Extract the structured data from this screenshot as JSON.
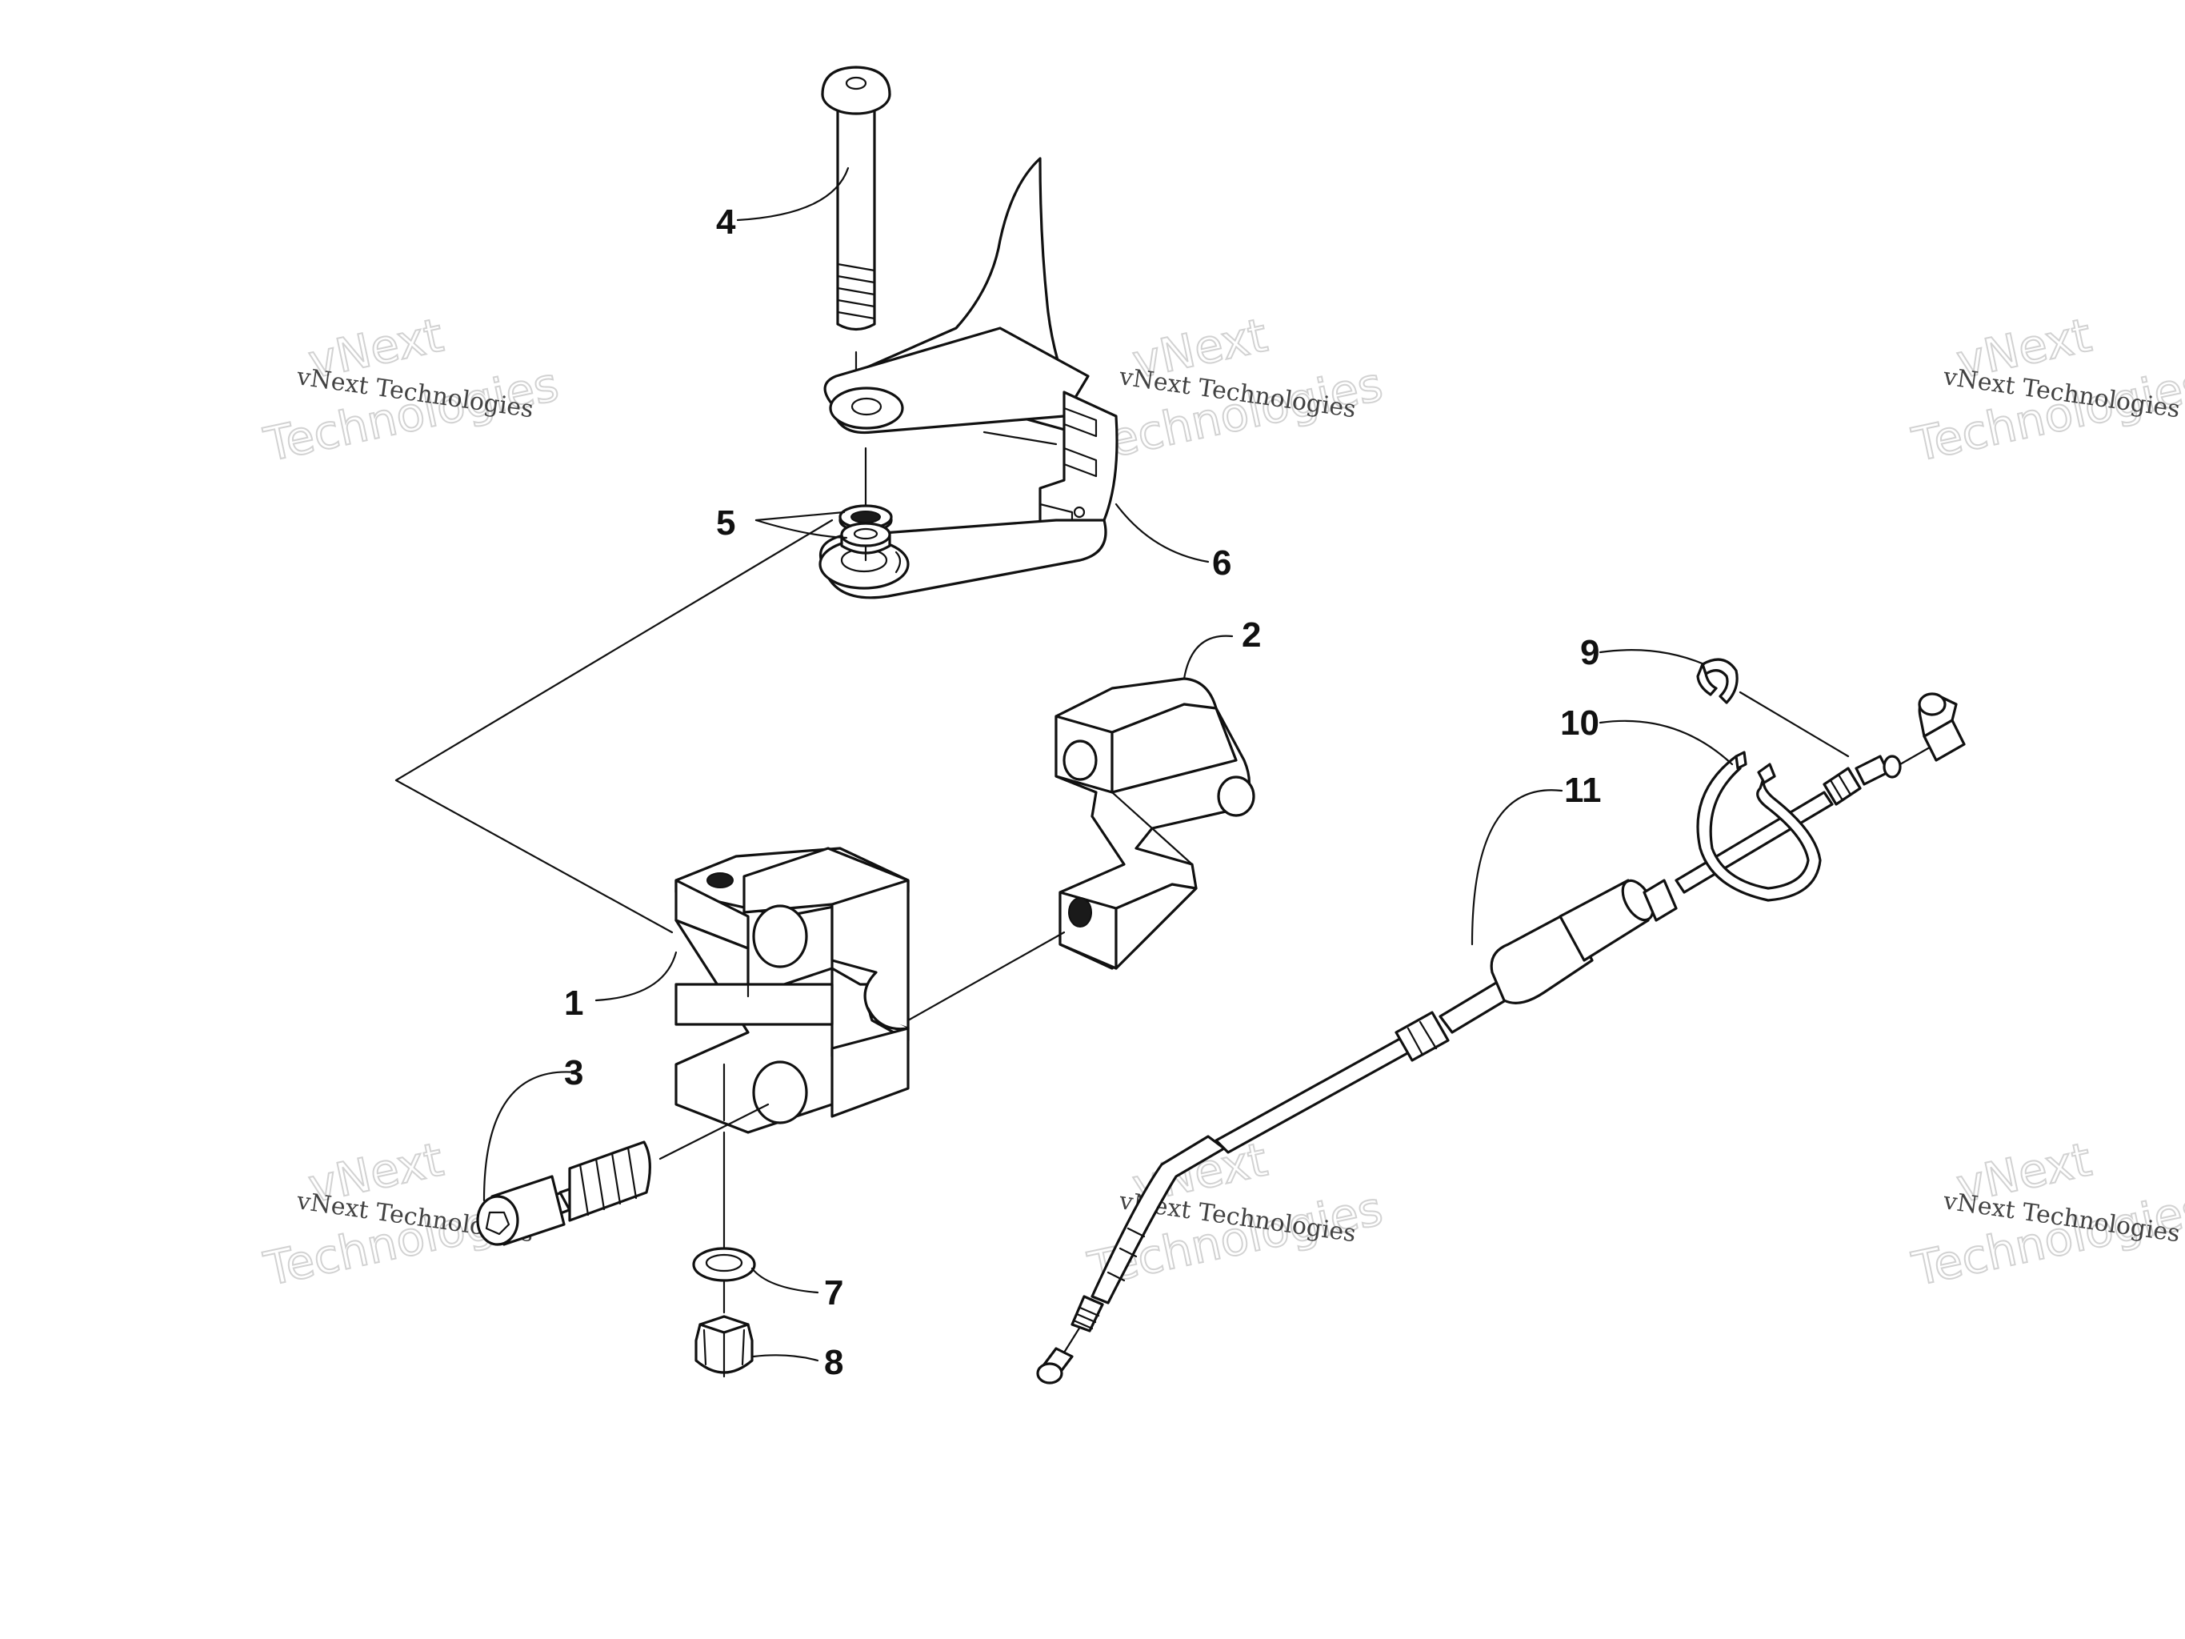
{
  "callouts": {
    "c1": "1",
    "c2": "2",
    "c3": "3",
    "c4": "4",
    "c5": "5",
    "c6": "6",
    "c7": "7",
    "c8": "8",
    "c9": "9",
    "c10": "10",
    "c11": "11"
  },
  "watermark": {
    "line_small": "vNext Technologies",
    "line_large_1": "vNext",
    "line_large_2": "Technologies"
  }
}
